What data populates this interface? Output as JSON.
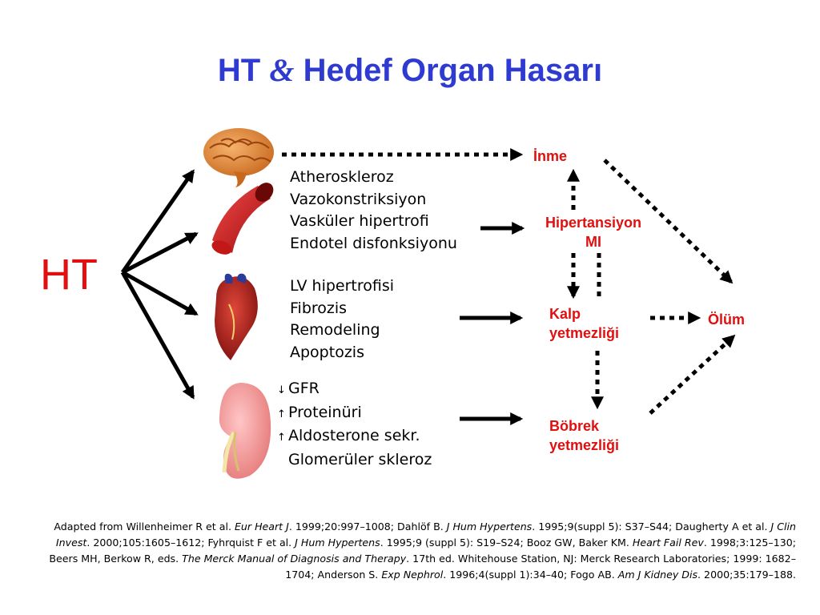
{
  "title": {
    "prefix": "HT",
    "amp": "&",
    "suffix": "Hedef Organ Hasarı"
  },
  "source": "HT",
  "organs": [
    {
      "name": "brain",
      "icon": "brain-icon"
    },
    {
      "name": "artery",
      "icon": "artery-icon"
    },
    {
      "name": "heart",
      "icon": "heart-icon"
    },
    {
      "name": "kidney",
      "icon": "kidney-icon"
    }
  ],
  "vessel_effects": [
    "Atheroskleroz",
    "Vazokonstriksiyon",
    "Vasküler hipertrofi",
    "Endotel disfonksiyonu"
  ],
  "heart_effects": [
    "LV hipertrofisi",
    "Fibrozis",
    "Remodeling",
    "Apoptozis"
  ],
  "kidney_effects": [
    {
      "arrow": "↓",
      "text": "GFR"
    },
    {
      "arrow": "↑",
      "text": "Proteinüri"
    },
    {
      "arrow": "↑",
      "text": "Aldosterone sekr."
    },
    {
      "arrow": "",
      "text": "Glomerüler skleroz"
    }
  ],
  "outcomes": {
    "inme": "İnme",
    "hipertansiyon": "Hipertansiyon",
    "mi": "MI",
    "kalp_1": "Kalp",
    "kalp_2": "yetmezliği",
    "bobrek_1": "Böbrek",
    "bobrek_2": "yetmezliği",
    "olum": "Ölüm"
  },
  "colors": {
    "title": "#2f3bd0",
    "red": "#e01010",
    "black": "#000000"
  },
  "references": {
    "p1": "Adapted from Willenheimer R et al. ",
    "j1": "Eur Heart J",
    "p2": ". 1999;20:997–1008; Dahlöf B. ",
    "j2": "J Hum Hypertens",
    "p3": ". 1995;9(suppl 5): S37–S44; Daugherty A et al. ",
    "j3": "J Clin Invest",
    "p4": ". 2000;105:1605–1612; Fyhrquist F et al. ",
    "j4": "J Hum Hypertens",
    "p5": ". 1995;9 (suppl 5): S19–S24; Booz GW, Baker KM. ",
    "j5": "Heart Fail Rev",
    "p6": ". 1998;3:125–130; Beers MH, Berkow R, eds. ",
    "j6": "The Merck Manual of Diagnosis and Therapy",
    "p7": ". 17th ed. Whitehouse Station, NJ: Merck Research Laboratories; 1999: 1682–1704; Anderson S. ",
    "j7": "Exp Nephrol",
    "p8": ". 1996;4(suppl 1):34–40; Fogo AB. ",
    "j8": "Am J Kidney Dis",
    "p9": ". 2000;35:179–188."
  }
}
